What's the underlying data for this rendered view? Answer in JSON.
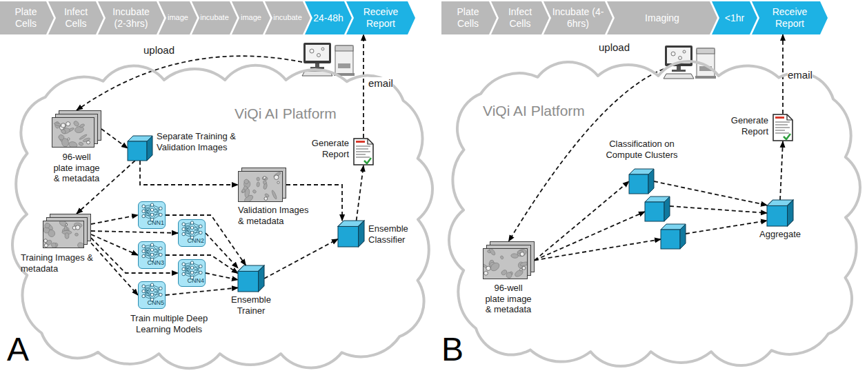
{
  "diagram": {
    "nodes": [
      {
        "text": [
          "Plate Cells"
        ]
      },
      {
        "text": [
          "Infect Cells"
        ]
      },
      {
        "text": [
          "Incubate (2-3hrs)"
        ]
      },
      {
        "text": [
          "image"
        ]
      },
      {
        "text": [
          "incubate"
        ]
      },
      {
        "text": [
          "image"
        ]
      },
      {
        "text": [
          "incubate"
        ]
      },
      {
        "text": [
          "24-48h"
        ]
      },
      {
        "text": [
          "Receive Report"
        ]
      },
      {
        "text": [
          "ViQi AI Platform"
        ]
      },
      {
        "text": [
          "96-well plate image & metadata"
        ],
        "in": 9
      },
      {
        "text": [
          "Separate Training & Validation Images"
        ],
        "in": 9
      },
      {
        "text": [
          "Validation Images & metadata"
        ],
        "in": 9
      },
      {
        "text": [
          "Training Images & metadata"
        ],
        "in": 9
      },
      {
        "text": [
          "CNN1"
        ],
        "in": 9
      },
      {
        "text": [
          "CNN2"
        ],
        "in": 9
      },
      {
        "text": [
          "CNN3"
        ],
        "in": 9
      },
      {
        "text": [
          "CNN4"
        ],
        "in": 9
      },
      {
        "text": [
          "CNN5"
        ],
        "in": 9
      },
      {
        "text": [
          "Ensemble Trainer"
        ],
        "in": 9
      },
      {
        "text": [
          "Ensemble Classifier"
        ],
        "in": 9
      },
      {
        "text": [
          "Generate Report"
        ],
        "in": 9
      },
      {
        "text": [
          "Plate Cells"
        ]
      },
      {
        "text": [
          "Infect Cells"
        ]
      },
      {
        "text": [
          "Incubate (4-6hrs)"
        ]
      },
      {
        "text": [
          "Imaging"
        ]
      },
      {
        "text": [
          "<1hr"
        ]
      },
      {
        "text": [
          "Receive Report"
        ]
      },
      {
        "text": [
          "ViQi AI Platform"
        ]
      },
      {
        "text": [
          "96-well plate image & metadata"
        ],
        "in": 28
      },
      {
        "text": [
          "Classification on Compute Clusters"
        ],
        "in": 28
      },
      {
        "text": [
          "Aggregate"
        ],
        "in": 28
      },
      {
        "text": [
          "Generate Report"
        ],
        "in": 28
      }
    ],
    "edges": [
      {
        "from": 10,
        "to": 11,
        "arrow": "to"
      },
      {
        "from": 11,
        "to": 12,
        "arrow": "to"
      },
      {
        "from": 11,
        "to": 13,
        "arrow": "to"
      },
      {
        "from": 13,
        "to": 14,
        "arrow": "to"
      },
      {
        "from": 13,
        "to": 15,
        "arrow": "to"
      },
      {
        "from": 13,
        "to": 16,
        "arrow": "to"
      },
      {
        "from": 13,
        "to": 17,
        "arrow": "to"
      },
      {
        "from": 13,
        "to": 18,
        "arrow": "to"
      },
      {
        "from": 14,
        "to": 19,
        "arrow": "to"
      },
      {
        "from": 15,
        "to": 19,
        "arrow": "to"
      },
      {
        "from": 16,
        "to": 19,
        "arrow": "to"
      },
      {
        "from": 17,
        "to": 19,
        "arrow": "to"
      },
      {
        "from": 18,
        "to": 19,
        "arrow": "to"
      },
      {
        "from": 19,
        "to": 20,
        "arrow": "to"
      },
      {
        "from": 12,
        "to": 20,
        "arrow": "to"
      },
      {
        "from": 20,
        "to": 21,
        "arrow": "to"
      },
      {
        "from": 21,
        "to": 8,
        "label": "email",
        "arrow": "to"
      },
      {
        "from": 29,
        "to": 30,
        "arrow": "to"
      },
      {
        "from": 30,
        "to": 31,
        "arrow": "to"
      },
      {
        "from": 31,
        "to": 32,
        "arrow": "to"
      },
      {
        "from": 32,
        "to": 27,
        "label": "email",
        "arrow": "to"
      }
    ],
    "labels": [
      "upload",
      "Train multiple Deep Learning Models",
      "A",
      "upload",
      "B"
    ]
  }
}
